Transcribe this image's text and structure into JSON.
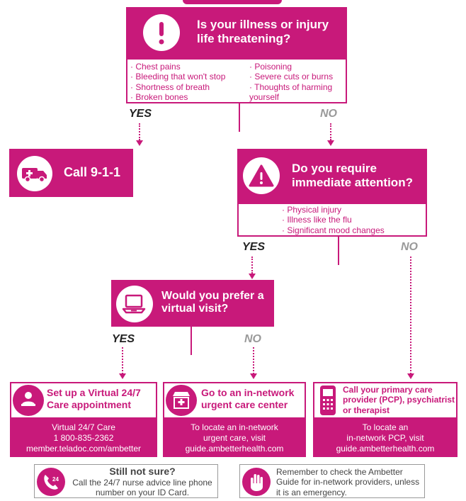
{
  "q1": {
    "title": "Is your illness or injury life threatening?",
    "left_items": [
      "Chest pains",
      "Bleeding that won't stop",
      "Shortness of breath",
      "Broken bones"
    ],
    "right_items": [
      "Poisoning",
      "Severe cuts or burns",
      "Thoughts of harming yourself"
    ],
    "yes": "YES",
    "no": "NO"
  },
  "call911": {
    "label": "Call 9-1-1"
  },
  "q2": {
    "title": "Do you require immediate attention?",
    "items": [
      "Physical injury",
      "Illness like the flu",
      "Significant mood changes"
    ],
    "yes": "YES",
    "no": "NO"
  },
  "q3": {
    "title": "Would you prefer a virtual visit?",
    "yes": "YES",
    "no": "NO"
  },
  "outcome_virtual": {
    "title": "Set up a Virtual 24/7 Care appointment",
    "line1": "Virtual 24/7 Care",
    "line2": "1 800-835-2362",
    "line3": "member.teladoc.com/ambetter"
  },
  "outcome_urgent": {
    "title": "Go to an in-network urgent care center",
    "line1": "To locate an in-network",
    "line2": "urgent care, visit",
    "line3": "guide.ambetterhealth.com"
  },
  "outcome_pcp": {
    "title": "Call your primary care provider (PCP), psychiatrist or therapist",
    "line1": "To locate an",
    "line2": "in-network PCP, visit",
    "line3": "guide.ambetterhealth.com"
  },
  "still_not_sure": {
    "title": "Still not sure?",
    "body": "Call the 24/7 nurse advice line phone number on your ID Card.",
    "icon_text": "24"
  },
  "reminder": {
    "body": "Remember to check the Ambetter Guide for in-network providers, unless it is an emergency."
  },
  "colors": {
    "accent": "#c8197a",
    "grey": "#999999"
  }
}
